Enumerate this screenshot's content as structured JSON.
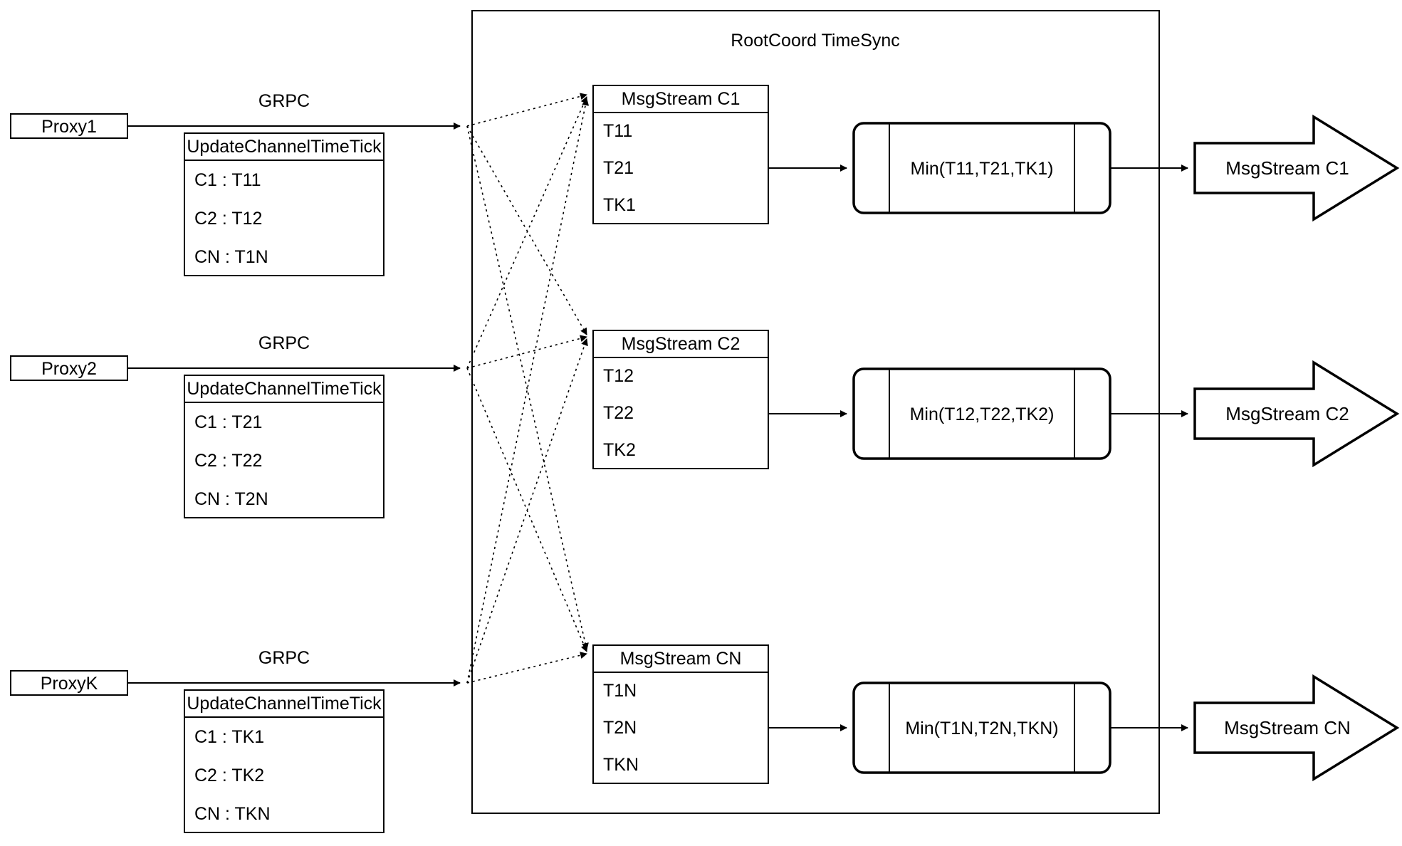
{
  "root": {
    "title": "RootCoord TimeSync"
  },
  "proxies": [
    {
      "name": "Proxy1",
      "protocol": "GRPC",
      "table": {
        "header": "UpdateChannelTimeTick",
        "rows": [
          "C1 :  T11",
          "C2 :  T12",
          "CN : T1N"
        ]
      }
    },
    {
      "name": "Proxy2",
      "protocol": "GRPC",
      "table": {
        "header": "UpdateChannelTimeTick",
        "rows": [
          "C1 :  T21",
          "C2 :  T22",
          "CN : T2N"
        ]
      }
    },
    {
      "name": "ProxyK",
      "protocol": "GRPC",
      "table": {
        "header": "UpdateChannelTimeTick",
        "rows": [
          "C1 :  TK1",
          "C2 :  TK2",
          "CN : TKN"
        ]
      }
    }
  ],
  "streams": [
    {
      "header": "MsgStream C1",
      "rows": [
        "T11",
        "T21",
        "TK1"
      ],
      "min": "Min(T11,T21,TK1)",
      "out": "MsgStream C1"
    },
    {
      "header": "MsgStream C2",
      "rows": [
        "T12",
        "T22",
        "TK2"
      ],
      "min": "Min(T12,T22,TK2)",
      "out": "MsgStream C2"
    },
    {
      "header": "MsgStream CN",
      "rows": [
        "T1N",
        "T2N",
        "TKN"
      ],
      "min": "Min(T1N,T2N,TKN)",
      "out": "MsgStream CN"
    }
  ]
}
